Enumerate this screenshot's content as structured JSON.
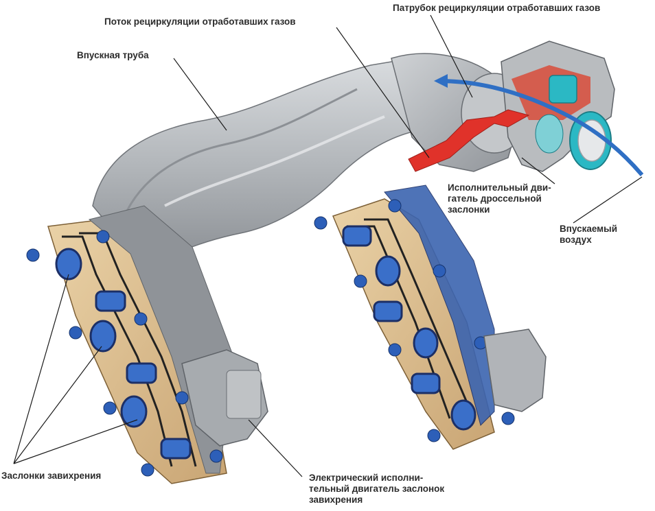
{
  "labels": {
    "egr_flow": "Поток рециркуляции отработавших газов",
    "egr_pipe": "Патрубок рециркуляции отработавших газов",
    "intake_pipe": "Впускная труба",
    "throttle_actuator": [
      "Исполнительный дви-",
      "гатель дроссельной",
      "заслонки"
    ],
    "intake_air": [
      "Впускаемый",
      "воздух"
    ],
    "swirl_flaps": "Заслонки завихрения",
    "swirl_actuator": [
      "Электрический исполни-",
      "тельный двигатель заслонок",
      "завихрения"
    ]
  },
  "colors": {
    "manifold_gray": "#b7babd",
    "manifold_shadow": "#8e9296",
    "gasket_tan": "#d8b98a",
    "bolt_blue": "#2d5fb8",
    "egr_red": "#e0322a",
    "air_blue": "#2f6fc4",
    "teal_valve": "#27b7c2"
  }
}
